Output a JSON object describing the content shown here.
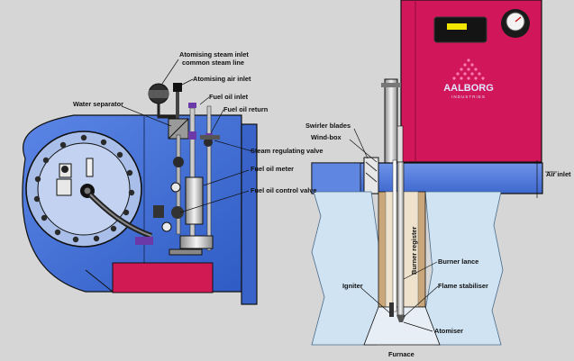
{
  "labels": {
    "atomising_steam_inlet": "Atomising steam inlet",
    "common_steam_line": "common steam line",
    "atomising_air_inlet": "Atomising air inlet",
    "fuel_oil_inlet": "Fuel oil inlet",
    "fuel_oil_return": "Fuel oil return",
    "water_separator": "Water separator",
    "steam_regulating_valve": "Steam regulating valve",
    "fuel_oil_meter": "Fuel oil meter",
    "fuel_oil_control_valve": "Fuel oil control valve",
    "swirler_blades": "Swirler blades",
    "wind_box": "Wind-box",
    "air_inlet": "Air inlet",
    "burner_register": "Burner register",
    "burner_lance": "Burner lance",
    "igniter": "Igniter",
    "flame_stabiliser": "Flame stabiliser",
    "atomiser": "Atomiser",
    "furnace": "Furnace"
  },
  "logo": {
    "brand": "AALBORG",
    "subtitle": "INDUSTRIES"
  },
  "colors": {
    "background": "#d6d6d6",
    "burner_blue": "#3f6fd6",
    "cabinet_red": "#d1175a",
    "furnace_light_blue": "#cfe3f3",
    "register_tan": "#c9a77a",
    "display_yellow": "#f2e600"
  }
}
